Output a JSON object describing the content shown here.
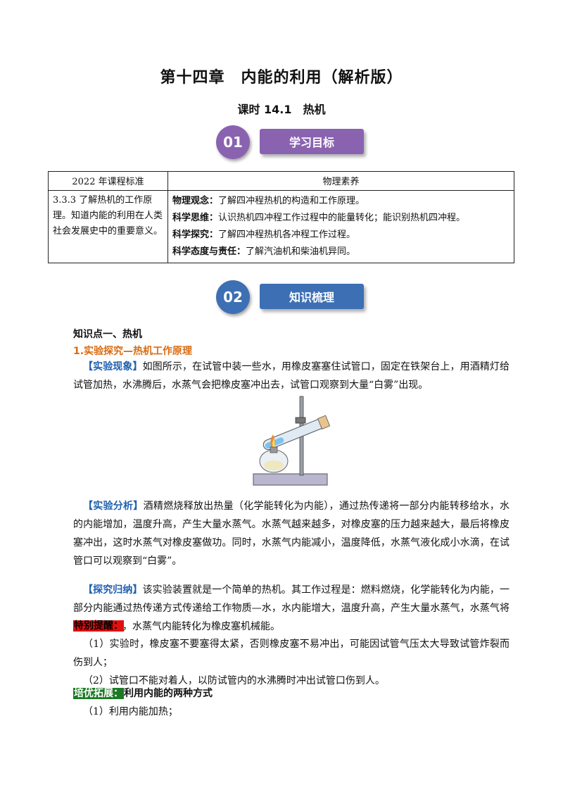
{
  "title": "第十四章　内能的利用（解析版）",
  "subtitle": "课时 14.1　热机",
  "section1": {
    "num": "01",
    "label": "学习目标"
  },
  "section2": {
    "num": "02",
    "label": "知识梳理"
  },
  "colors": {
    "purple": "#8a63b0",
    "blue": "#3d6fb4",
    "orange": "#d96b10",
    "red": "#e01010",
    "green": "#1c7a24"
  },
  "table": {
    "headers": [
      "2022 年课程标准",
      "物理素养"
    ],
    "standard": "3.3.3 了解热机的工作原理。知道内能的利用在人类社会发展史中的重要意义。",
    "rows": [
      {
        "key": "物理观念：",
        "text": "了解四冲程热机的构造和工作原理。"
      },
      {
        "key": "科学思维：",
        "text": "认识热机四冲程工作过程中的能量转化；能识别热机四冲程。"
      },
      {
        "key": "科学探究：",
        "text": "了解四冲程热机各冲程工作过程。"
      },
      {
        "key": "科学态度与责任：",
        "text": "了解汽油机和柴油机异同。"
      }
    ]
  },
  "knowledge_title": "知识点一、热机",
  "experiment_title": "1.实验探究—热机工作原理",
  "phenomenon": {
    "tag": "【实验现象】",
    "text": "如图所示，在试管中装一些水，用橡皮塞塞住试管口，固定在铁架台上，用酒精灯给试管加热，水沸腾后，水蒸气会把橡皮塞冲出去，试管口观察到大量“白雾”出现。"
  },
  "analysis": {
    "tag": "【实验分析】",
    "text": "酒精燃烧释放出热量（化学能转化为内能），通过热传递将一部分内能转移给水，水的内能增加，温度升高，产生大量水蒸气。水蒸气越来越多，对橡皮塞的压力越来越大，最后将橡皮塞冲出，这时水蒸气对橡皮塞做功。同时，水蒸气内能减小，温度降低，水蒸气液化成小水滴，在试管口可以观察到“白雾”。"
  },
  "summary": {
    "tag": "【探究归纳】",
    "text": "该实验装置就是一个简单的热机。其工作过程是：燃料燃烧，化学能转化为内能，一部分内能通过热传递方式传递给工作物质—水，水内能增大，温度升高，产生大量水蒸气，水蒸气将橡皮塞冲出，水蒸气内能转化为橡皮塞机械能。"
  },
  "reminder": {
    "tag": "特别提醒：",
    "items": [
      "（1）实验时，橡皮塞不要塞得太紧，否则橡皮塞不易冲出，可能因试管气压太大导致试管炸裂而伤到人；",
      "（2）试管口不能对着人，以防试管内的水沸腾时冲出试管口伤到人。"
    ]
  },
  "extension": {
    "tag": "培优拓展：",
    "title": "利用内能的两种方式",
    "item1": "（1）利用内能加热；"
  }
}
